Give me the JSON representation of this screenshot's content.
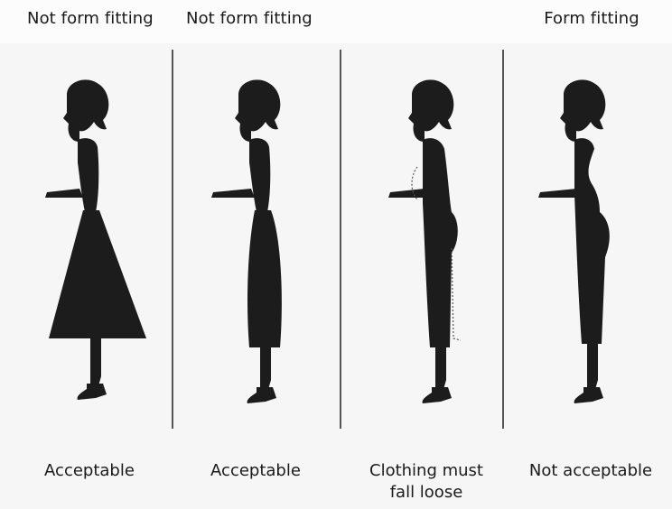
{
  "panels": [
    {
      "header": "Not form fitting",
      "caption": "Acceptable",
      "style": "a-line-dress"
    },
    {
      "header": "Not form fitting",
      "caption": "Acceptable",
      "style": "straight-dress"
    },
    {
      "header": "",
      "caption": "Clothing must\nfall loose",
      "style": "loose-vs-fitted-dress"
    },
    {
      "header": "Form fitting",
      "caption": "Not acceptable",
      "style": "tight-dress"
    }
  ],
  "colors": {
    "silhouette": "#1c1c1c",
    "divider": "#555555",
    "background": "#f6f6f6"
  }
}
